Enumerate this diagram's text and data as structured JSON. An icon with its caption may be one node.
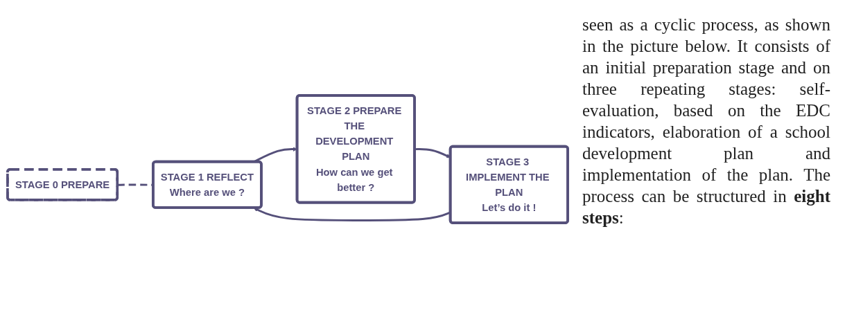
{
  "diagram": {
    "nodes": [
      {
        "text": [
          "STAGE 0 PREPARE"
        ]
      },
      {
        "text": [
          "STAGE 1 REFLECT",
          "Where are we ?"
        ]
      },
      {
        "text": [
          "STAGE 2 PREPARE THE DEVELOPMENT PLAN",
          "How can we get better ?"
        ]
      },
      {
        "text": [
          "STAGE 3 IMPLEMENT THE PLAN",
          "Let’s do it !"
        ]
      }
    ],
    "edges": [
      {
        "from": 0,
        "to": 1,
        "arrow": "none",
        "style": "dashed"
      },
      {
        "from": 1,
        "to": 2,
        "arrow": "to"
      },
      {
        "from": 2,
        "to": 3,
        "arrow": "to"
      },
      {
        "from": 3,
        "to": 1,
        "arrow": "to"
      }
    ],
    "labels": [
      "seen as a cyclic process, as shown in the picture below. It consists of an initial preparation stage and on three repeating stages: self-evaluation, based on the EDC indicators, elaboration of a school development plan and implementation of the plan. The process can be structured in **eight steps**:"
    ]
  }
}
